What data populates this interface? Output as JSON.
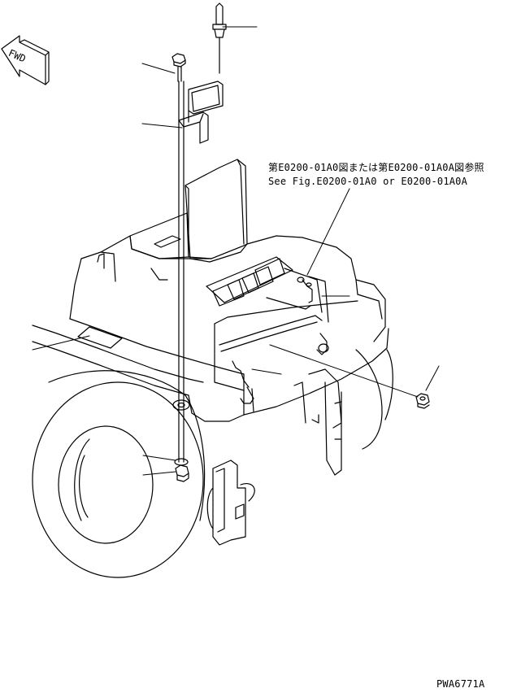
{
  "direction_label": "FWD",
  "reference": {
    "japanese": "第E0200-01A0図または第E0200-01A0A図参照",
    "english": "See Fig.E0200-01A0 or E0200-01A0A"
  },
  "drawing_code": "PWA6771A"
}
